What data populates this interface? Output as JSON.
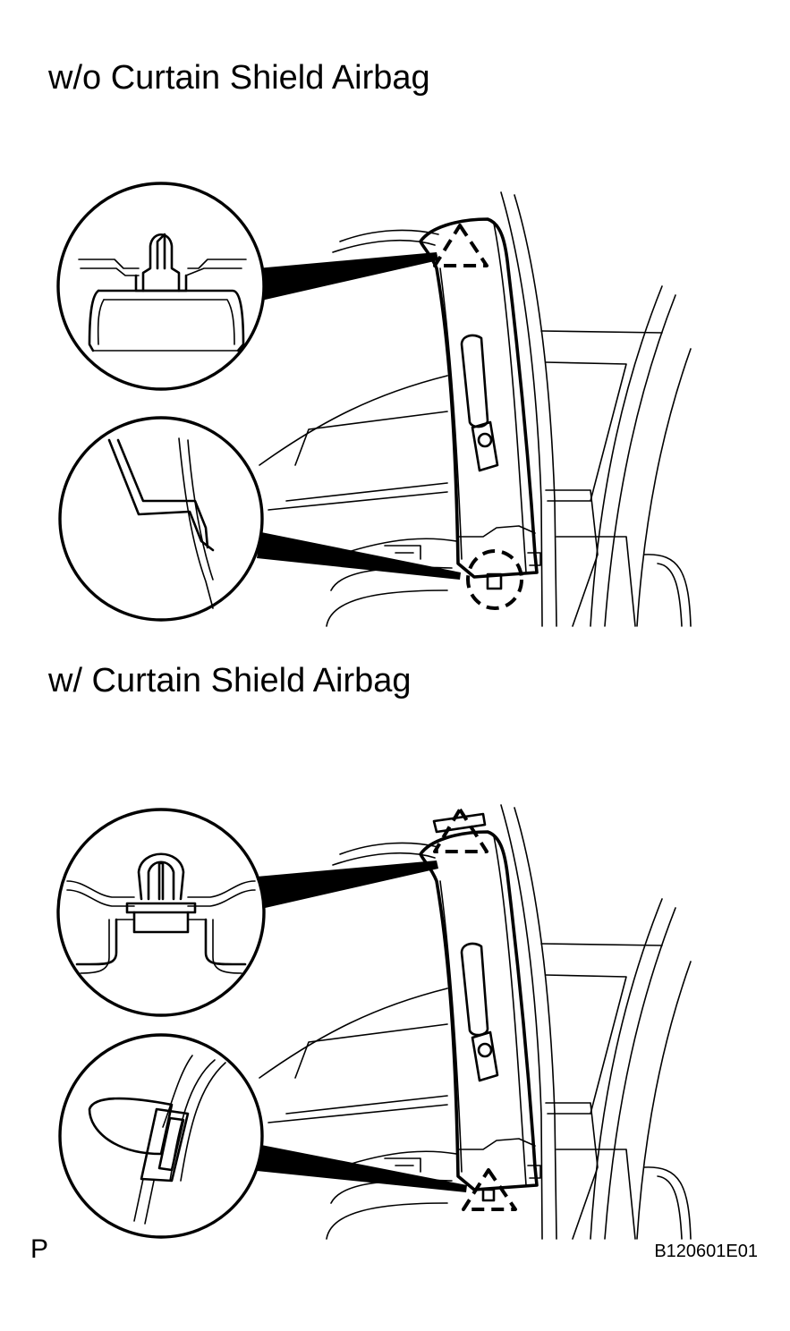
{
  "headings": {
    "without_airbag": "w/o Curtain Shield Airbag",
    "with_airbag": "w/ Curtain Shield Airbag"
  },
  "footer": {
    "page_letter": "P",
    "figure_code": "B120601E01"
  },
  "colors": {
    "line": "#000000",
    "background": "#ffffff"
  }
}
